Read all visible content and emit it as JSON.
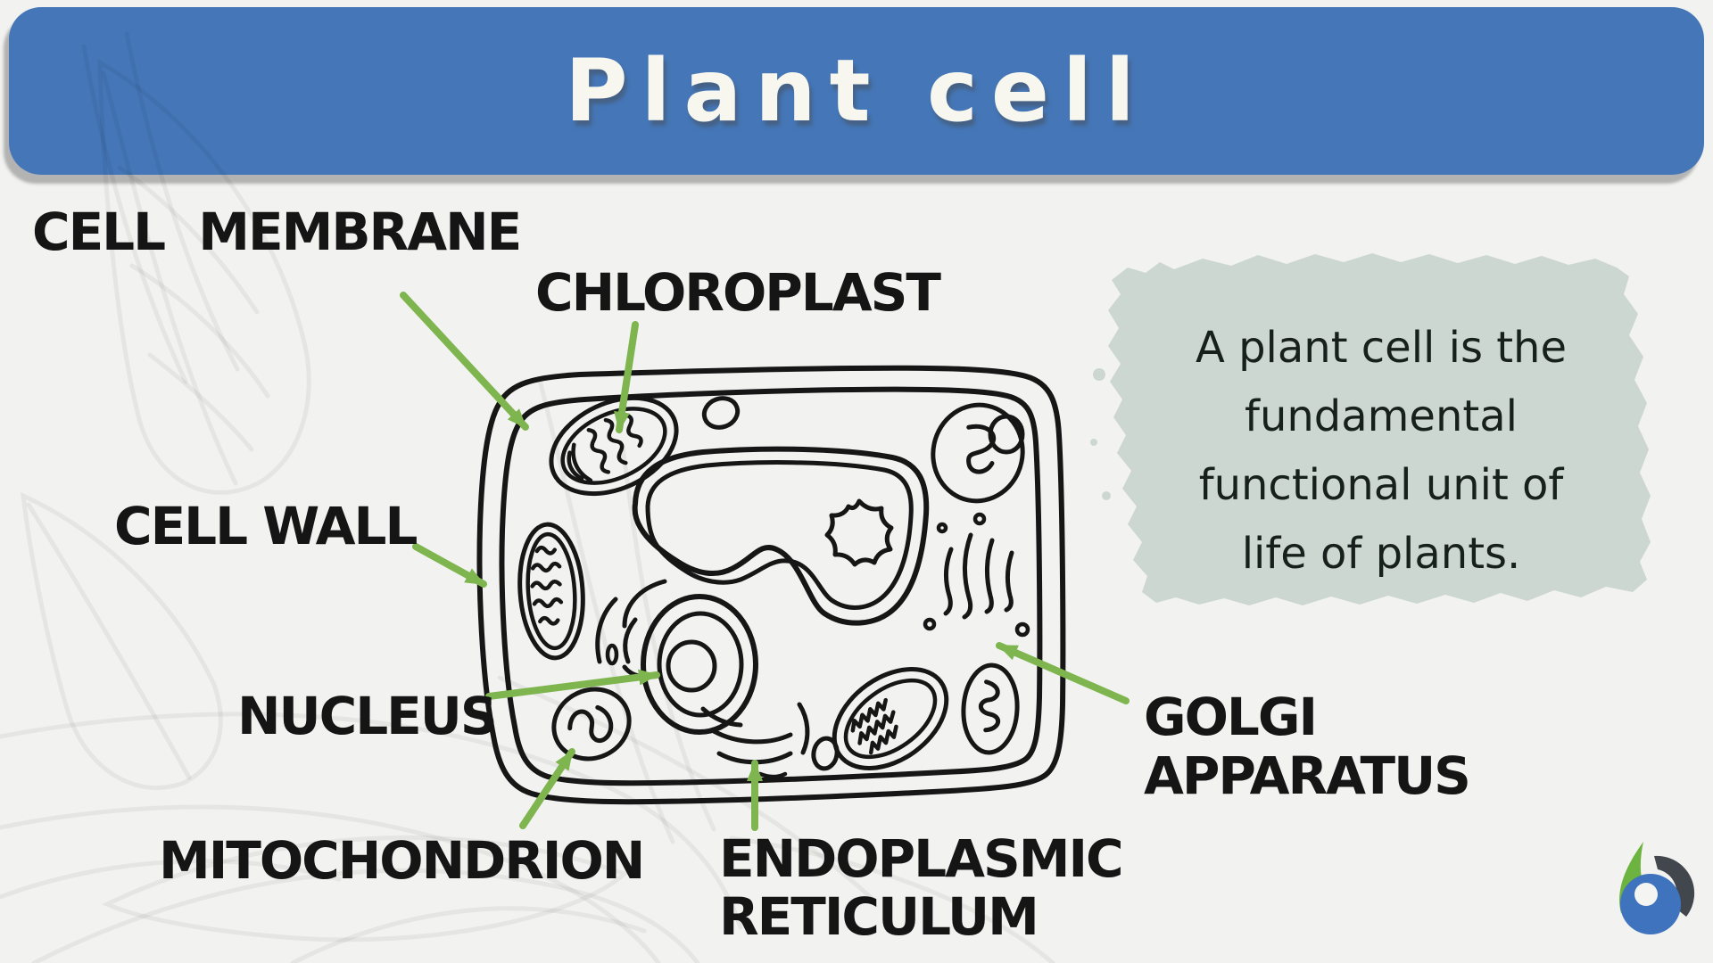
{
  "title": "Plant cell",
  "labels": {
    "cell_membrane": "CELL MEMBRANE",
    "chloroplast": "CHLOROPLAST",
    "cell_wall": "CELL WALL",
    "nucleus": "NUCLEUS",
    "mitochondrion": "MITOCHONDRION",
    "endoplasmic_reticulum": "ENDOPLASMIC\nRETICULUM",
    "golgi_apparatus": "GOLGI\nAPPARATUS"
  },
  "note": {
    "text": "A plant cell is the\nfundamental\nfunctional unit of\nlife of plants."
  },
  "icons": {
    "logo": "b-leaf-logo"
  },
  "colors": {
    "page_bg": "#f2f2f1",
    "header_bg": "#4577b8",
    "header_text": "#f7f7ef",
    "label_text": "#151515",
    "arrow_green": "#7eb54f",
    "line_black": "#161616",
    "note_bg": "#cdd7d1",
    "note_text": "#17201c",
    "logo_green": "#6cb33f",
    "logo_blue": "#3f73bd",
    "logo_dark": "#42474e"
  }
}
